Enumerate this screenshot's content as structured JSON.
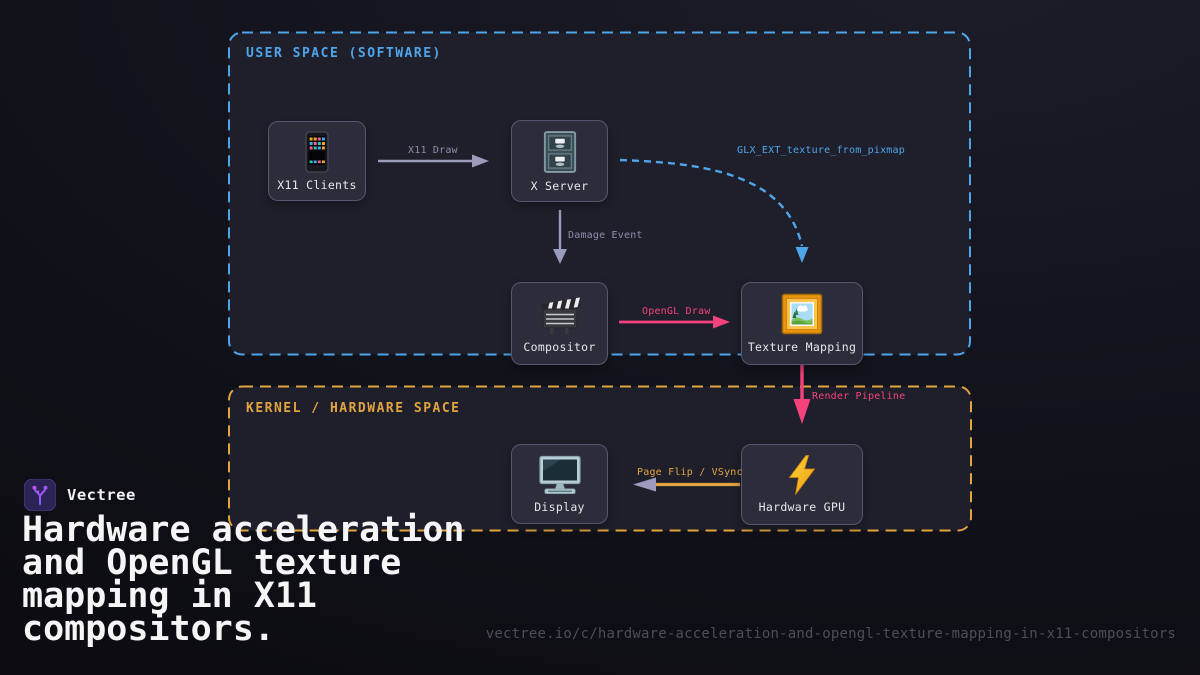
{
  "regions": {
    "user_space": {
      "title": "USER SPACE (SOFTWARE)",
      "border_color": "#4ea6ea"
    },
    "kernel_space": {
      "title": "KERNEL / HARDWARE SPACE",
      "border_color": "#e2a43e"
    }
  },
  "nodes": {
    "x11_clients": {
      "label": "X11 Clients",
      "icon": "mobile-phone-icon"
    },
    "x_server": {
      "label": "X Server",
      "icon": "file-cabinet-icon"
    },
    "compositor": {
      "label": "Compositor",
      "icon": "clapper-board-icon"
    },
    "texture_mapping": {
      "label": "Texture Mapping",
      "icon": "framed-picture-icon"
    },
    "display": {
      "label": "Display",
      "icon": "desktop-computer-icon"
    },
    "hardware_gpu": {
      "label": "Hardware GPU",
      "icon": "lightning-bolt-icon"
    }
  },
  "edges": {
    "x11_draw": {
      "label": "X11 Draw",
      "from": "X11 Clients",
      "to": "X Server",
      "color": "#9b9bbd",
      "line": "solid"
    },
    "damage_event": {
      "label": "Damage Event",
      "from": "X Server",
      "to": "Compositor",
      "color": "#9b9bbd",
      "line": "solid"
    },
    "glx_ext": {
      "label": "GLX_EXT_texture_from_pixmap",
      "from": "X Server",
      "to": "Texture Mapping",
      "color": "#4ea6ea",
      "line": "dashed"
    },
    "opengl_draw": {
      "label": "OpenGL Draw",
      "from": "Compositor",
      "to": "Texture Mapping",
      "color": "#f4437c",
      "line": "solid"
    },
    "render_pipeline": {
      "label": "Render Pipeline",
      "from": "Texture Mapping",
      "to": "Hardware GPU",
      "color": "#f4437c",
      "line": "solid"
    },
    "page_flip_vsync": {
      "label": "Page Flip / VSync",
      "from": "Hardware GPU",
      "to": "Display",
      "color": "#e2a43e",
      "arrowhead_color": "#9b9bbd",
      "line": "solid"
    }
  },
  "branding": {
    "logo_text": "Vectree",
    "title": "Hardware acceleration and OpenGL texture mapping in X11 compositors.",
    "url": "vectree.io/c/hardware-acceleration-and-opengl-texture-mapping-in-x11-compositors"
  },
  "colors": {
    "background": "#11111b",
    "region_fill": "#1f1f2b",
    "node_fill": "#2c2c3a",
    "node_border": "#565670",
    "node_label": "#e6e6ee",
    "lavender": "#9b9bbd",
    "lavender_text": "#8e8eae",
    "blue": "#4ea6ea",
    "orange": "#e2a43e",
    "pink": "#f4437c",
    "title_text": "#f5f5f7",
    "url_text": "#4e4e58",
    "brand_text": "#f2f2f6",
    "logo_bg": "#2b2356",
    "logo_accent": "#a259f7"
  }
}
